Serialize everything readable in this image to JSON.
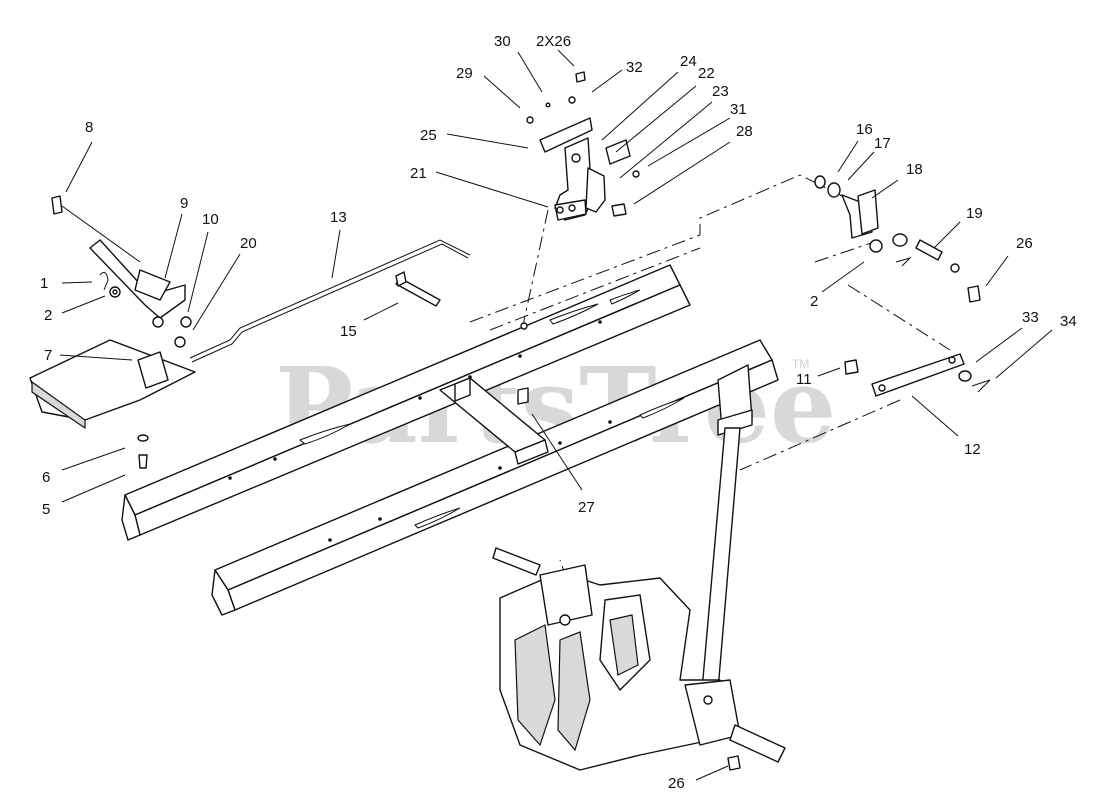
{
  "watermark": {
    "text": "PartsTree",
    "trademark": "TM"
  },
  "callouts": [
    {
      "id": "c1",
      "text": "1"
    },
    {
      "id": "c2a",
      "text": "2"
    },
    {
      "id": "c2b",
      "text": "2"
    },
    {
      "id": "c5",
      "text": "5"
    },
    {
      "id": "c6",
      "text": "6"
    },
    {
      "id": "c7",
      "text": "7"
    },
    {
      "id": "c8",
      "text": "8"
    },
    {
      "id": "c9",
      "text": "9"
    },
    {
      "id": "c10",
      "text": "10"
    },
    {
      "id": "c11",
      "text": "11"
    },
    {
      "id": "c12",
      "text": "12"
    },
    {
      "id": "c13",
      "text": "13"
    },
    {
      "id": "c15",
      "text": "15"
    },
    {
      "id": "c16",
      "text": "16"
    },
    {
      "id": "c17",
      "text": "17"
    },
    {
      "id": "c18",
      "text": "18"
    },
    {
      "id": "c19",
      "text": "19"
    },
    {
      "id": "c20",
      "text": "20"
    },
    {
      "id": "c21",
      "text": "21"
    },
    {
      "id": "c22",
      "text": "22"
    },
    {
      "id": "c23",
      "text": "23"
    },
    {
      "id": "c24",
      "text": "24"
    },
    {
      "id": "c25",
      "text": "25"
    },
    {
      "id": "c26a",
      "text": "26"
    },
    {
      "id": "c26b",
      "text": "26"
    },
    {
      "id": "c27",
      "text": "27"
    },
    {
      "id": "c28",
      "text": "28"
    },
    {
      "id": "c29",
      "text": "29"
    },
    {
      "id": "c30",
      "text": "30"
    },
    {
      "id": "c31",
      "text": "31"
    },
    {
      "id": "c32",
      "text": "32"
    },
    {
      "id": "c33",
      "text": "33"
    },
    {
      "id": "c34",
      "text": "34"
    },
    {
      "id": "c2x26",
      "text": "2X26"
    }
  ]
}
